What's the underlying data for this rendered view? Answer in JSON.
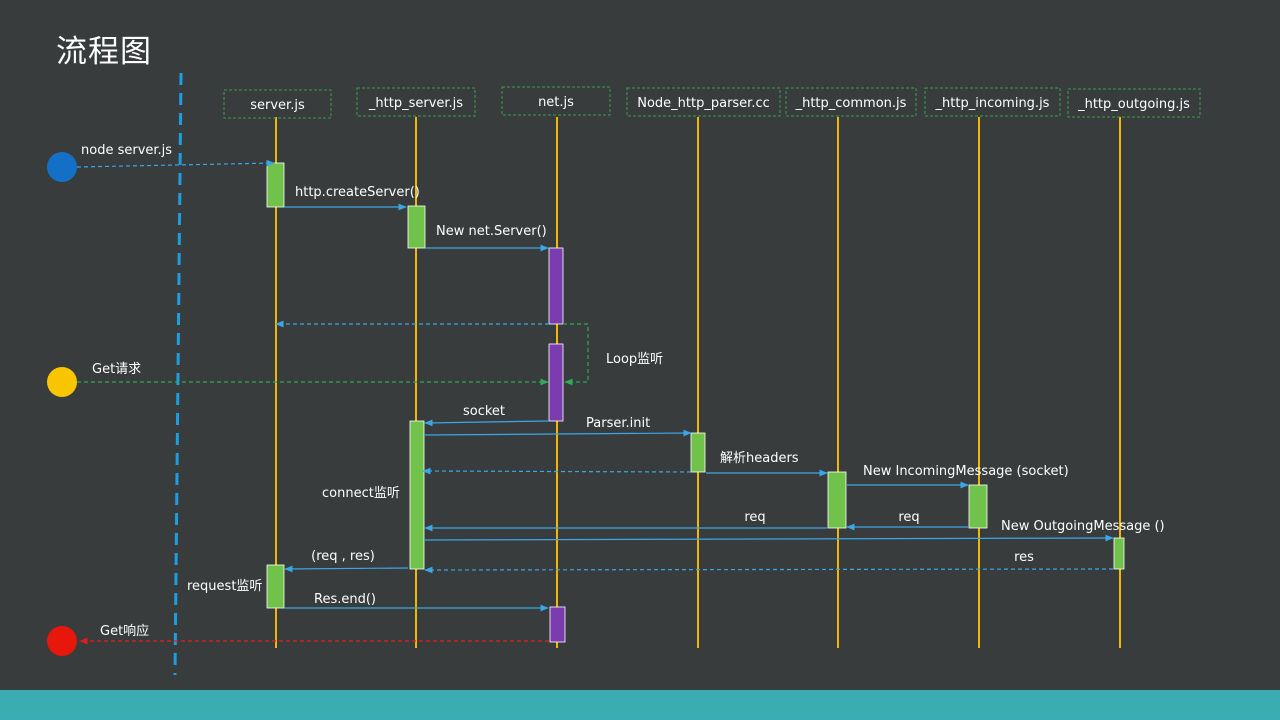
{
  "title": "流程图",
  "colors": {
    "background": "#383c3d",
    "footer": "#3aadb3",
    "lifeline": "#f2b705",
    "divider": "#1d9ee0",
    "header_border": "#3aa04a",
    "activation_green": "#70c24a",
    "activation_purple": "#7a3cae",
    "arrow_blue": "#3aa7e6",
    "arrow_green": "#2faa55",
    "arrow_red": "#e31c1c",
    "text": "#ffffff"
  },
  "actors": [
    {
      "id": "start",
      "color": "#1470c6",
      "icon": "circle"
    },
    {
      "id": "get",
      "color": "#f9c500",
      "icon": "circle"
    },
    {
      "id": "end",
      "color": "#e8170c",
      "icon": "circle"
    }
  ],
  "participants": [
    {
      "id": "server",
      "label": "server.js"
    },
    {
      "id": "http_server",
      "label": "_http_server.js"
    },
    {
      "id": "net",
      "label": "net.js"
    },
    {
      "id": "parser",
      "label": "Node_http_parser.cc"
    },
    {
      "id": "common",
      "label": "_http_common.js"
    },
    {
      "id": "incoming",
      "label": "_http_incoming.js"
    },
    {
      "id": "outgoing",
      "label": "_http_outgoing.js"
    }
  ],
  "activations": [
    {
      "participant": "server",
      "color": "green"
    },
    {
      "participant": "http_server",
      "color": "green"
    },
    {
      "participant": "net",
      "color": "purple"
    },
    {
      "participant": "net",
      "color": "purple"
    },
    {
      "participant": "http_server",
      "color": "green"
    },
    {
      "participant": "parser",
      "color": "green"
    },
    {
      "participant": "common",
      "color": "green"
    },
    {
      "participant": "incoming",
      "color": "green"
    },
    {
      "participant": "outgoing",
      "color": "green"
    },
    {
      "participant": "server",
      "color": "green"
    },
    {
      "participant": "net",
      "color": "purple"
    }
  ],
  "messages": [
    {
      "from": "start",
      "to": "server",
      "label": "node server.js",
      "style": "dashed",
      "color": "blue"
    },
    {
      "from": "server",
      "to": "http_server",
      "label": "http.createServer()",
      "style": "solid",
      "color": "blue"
    },
    {
      "from": "http_server",
      "to": "net",
      "label": "New net.Server()",
      "style": "solid",
      "color": "blue"
    },
    {
      "from": "net",
      "to": "server",
      "label": "",
      "style": "dashed",
      "color": "blue"
    },
    {
      "from": "net",
      "to": "net",
      "label": "Loop监听",
      "style": "dashed",
      "color": "green"
    },
    {
      "from": "get",
      "to": "net",
      "label": "Get请求",
      "style": "dashed",
      "color": "green"
    },
    {
      "from": "net",
      "to": "http_server",
      "label": "socket",
      "style": "solid",
      "color": "blue"
    },
    {
      "from": "http_server",
      "to": "parser",
      "label": "Parser.init",
      "style": "solid",
      "color": "blue"
    },
    {
      "from": "parser",
      "to": "http_server",
      "label": "",
      "style": "dashed",
      "color": "blue"
    },
    {
      "from": "parser",
      "to": "common",
      "label": "解析headers",
      "style": "solid",
      "color": "blue"
    },
    {
      "from": "common",
      "to": "incoming",
      "label": "New IncomingMessage (socket)",
      "style": "solid",
      "color": "blue"
    },
    {
      "from": "incoming",
      "to": "common",
      "label": "req",
      "style": "solid",
      "color": "blue"
    },
    {
      "from": "common",
      "to": "http_server",
      "label": "req",
      "style": "solid",
      "color": "blue"
    },
    {
      "from": "http_server",
      "to": "outgoing",
      "label": "New OutgoingMessage ()",
      "style": "solid",
      "color": "blue"
    },
    {
      "from": "outgoing",
      "to": "http_server",
      "label": "res",
      "style": "dashed",
      "color": "blue"
    },
    {
      "from": "http_server",
      "to": "server",
      "label": "(req , res)",
      "style": "solid",
      "color": "blue"
    },
    {
      "from": "server",
      "to": "net",
      "label": "Res.end()",
      "style": "solid",
      "color": "blue"
    },
    {
      "from": "net",
      "to": "end",
      "label": "Get响应",
      "style": "dashed",
      "color": "red"
    }
  ],
  "notes": [
    {
      "near": "http_server",
      "label": "connect监听"
    },
    {
      "near": "server",
      "label": "request监听"
    }
  ]
}
